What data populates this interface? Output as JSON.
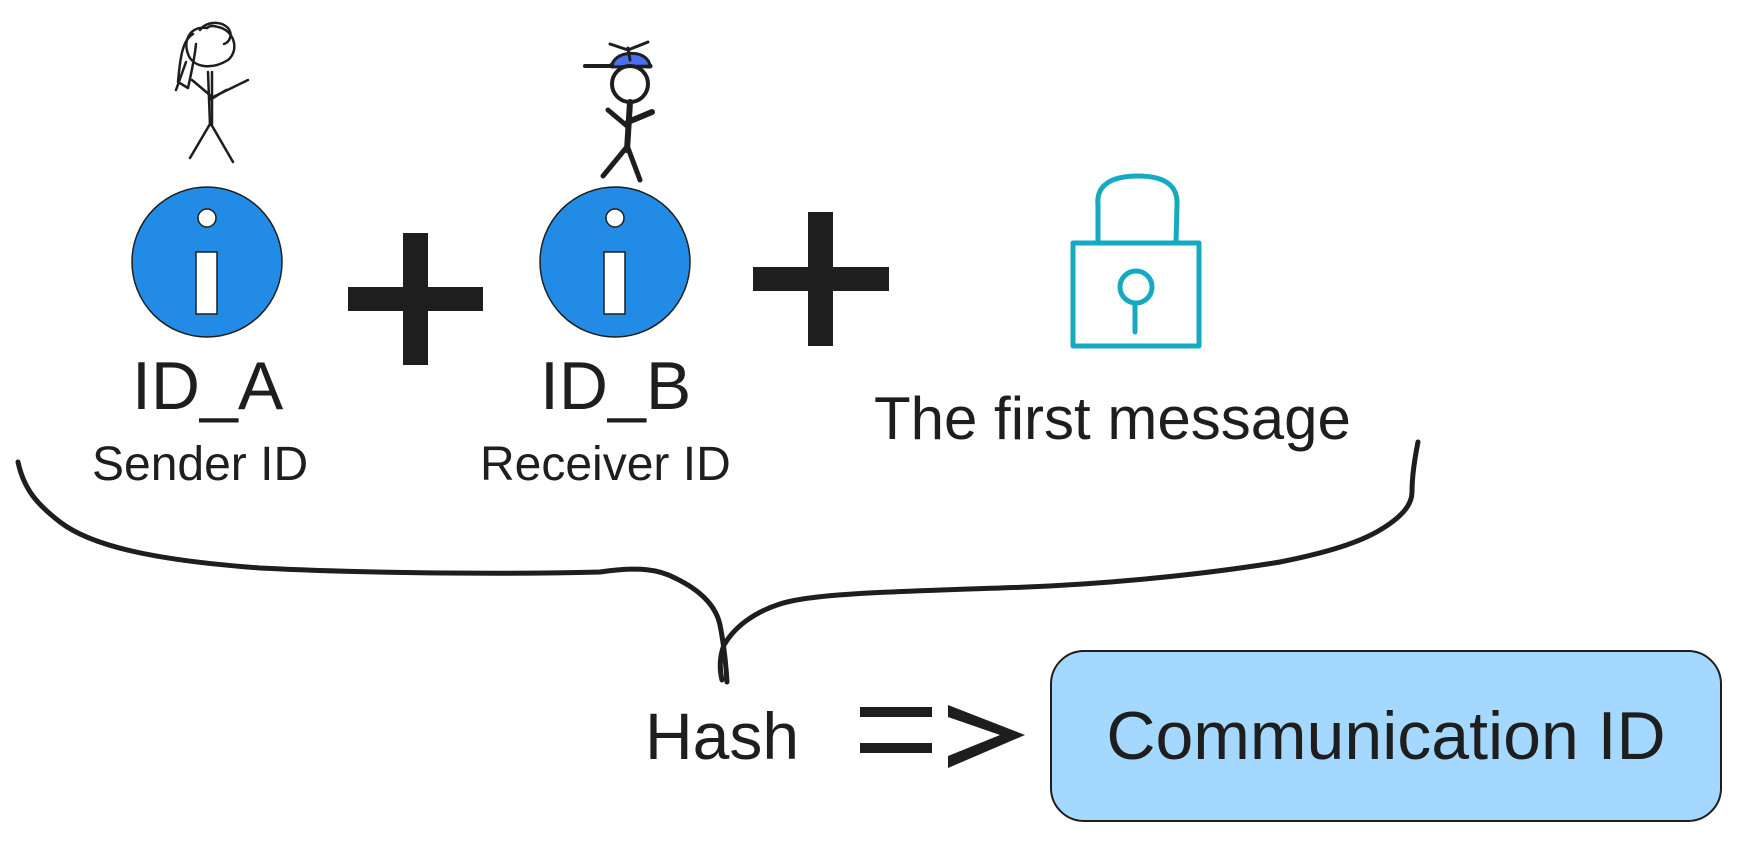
{
  "sender": {
    "id": "ID_A",
    "caption": "Sender ID"
  },
  "receiver": {
    "id": "ID_B",
    "caption": "Receiver ID"
  },
  "message": {
    "caption": "The first message"
  },
  "hash_label": "Hash",
  "result_label": "Communication ID",
  "icons": [
    "stick-figure-ponytail-icon",
    "stick-figure-propeller-hat-icon",
    "info-icon",
    "plus-icon",
    "lock-icon",
    "curly-brace",
    "arrow-icon"
  ],
  "colors": {
    "info_fill": "#228be6",
    "lock_stroke": "#15aabf",
    "result_fill": "#a5d8ff",
    "hat_fill": "#4c6ef5",
    "ink": "#1e1e1e"
  }
}
